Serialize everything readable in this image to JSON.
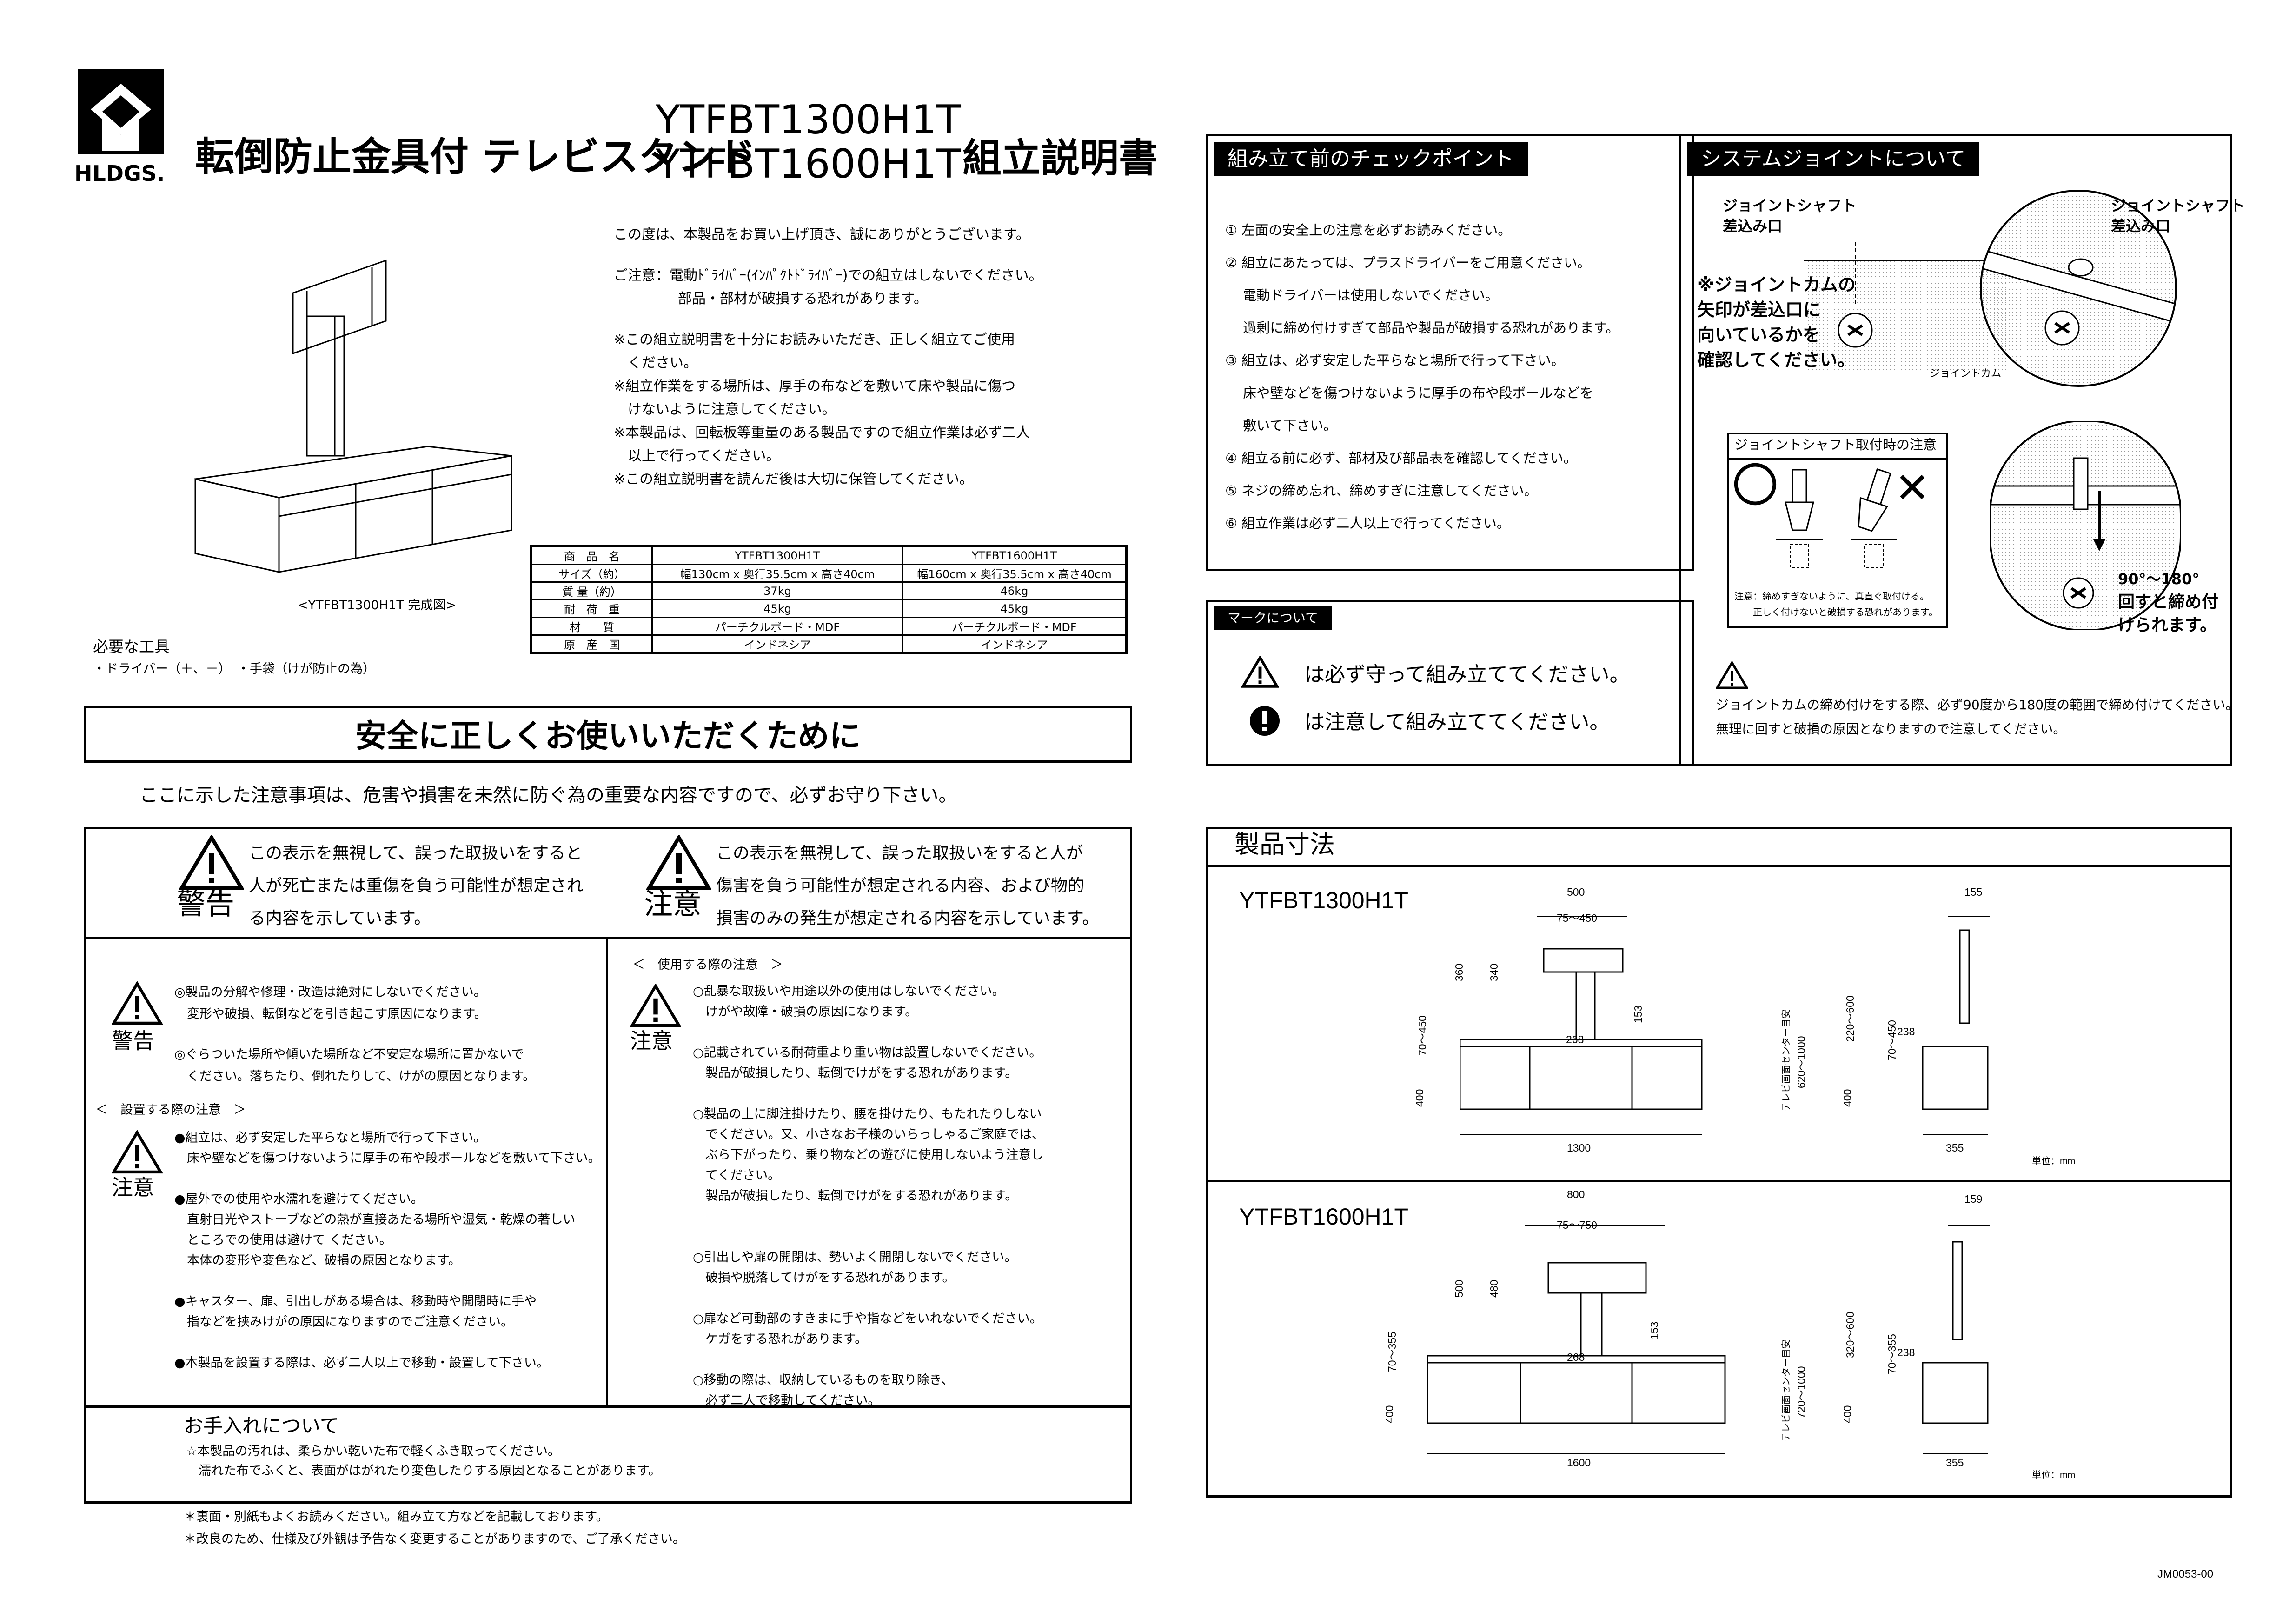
{
  "header": {
    "logo_text": "HLDGS.",
    "title_prefix": "転倒防止金具付 テレビスタンド",
    "model1": "YTFBT1300H1T",
    "model2": "YTFBT1600H1T",
    "title_suffix": "組立説明書"
  },
  "intro": [
    "この度は、本製品をお買い上げ頂き、誠にありがとうございます。",
    "ご注意：電動ﾄﾞﾗｲﾊﾞｰ(ｲﾝﾊﾟｸﾄﾄﾞﾗｲﾊﾞｰ)での組立はしないでください。",
    "部品・部材が破損する恐れがあります。",
    "※この組立説明書を十分にお読みいただき、正しく組立てご使用",
    "ください。",
    "※組立作業をする場所は、厚手の布などを敷いて床や製品に傷つ",
    "けないように注意してください。",
    "※本製品は、回転板等重量のある製品ですので組立作業は必ず二人",
    "以上で行ってください。",
    "※この組立説明書を読んだ後は大切に保管してください。"
  ],
  "product_caption": "<YTFBT1300H1T 完成図>",
  "tools": {
    "heading": "必要な工具",
    "items": "・ドライバー（＋、－）　・手袋（けが防止の為）"
  },
  "spec_table": {
    "rows": [
      [
        "商　品　名",
        "YTFBT1300H1T",
        "YTFBT1600H1T"
      ],
      [
        "サイズ（約）",
        "幅130cm x 奥行35.5cm x 高さ40cm",
        "幅160cm x 奥行35.5cm x 高さ40cm"
      ],
      [
        "質 量（約）",
        "37kg",
        "46kg"
      ],
      [
        "耐　荷　重",
        "45kg",
        "45kg"
      ],
      [
        "材　　質",
        "パーチクルボード・MDF",
        "パーチクルボード・MDF"
      ],
      [
        "原　産　国",
        "インドネシア",
        "インドネシア"
      ]
    ]
  },
  "safety": {
    "title": "安全に正しくお使いいただくために",
    "subtitle": "ここに示した注意事項は、危害や損害を未然に防ぐ為の重要な内容ですので、必ずお守り下さい。",
    "warning_label": "警告",
    "warning_text": [
      "この表示を無視して、誤った取扱いをすると",
      "人が死亡または重傷を負う可能性が想定され",
      "る内容を示しています。"
    ],
    "caution_label": "注意",
    "caution_text": [
      "この表示を無視して、誤った取扱いをすると人が",
      "傷害を負う可能性が想定される内容、および物的",
      "損害のみの発生が想定される内容を示しています。"
    ],
    "left_warning_label": "警告",
    "left_warning_items": [
      "◎製品の分解や修理・改造は絶対にしないでください。",
      "　変形や破損、転倒などを引き起こす原因になります。",
      "◎ぐらついた場所や傾いた場所など不安定な場所に置かないで",
      "　ください。落ちたり、倒れたりして、けがの原因となります。"
    ],
    "install_heading": "＜　設置する際の注意　＞",
    "left_caution_label": "注意",
    "left_caution_items": [
      "●組立は、必ず安定した平らなと場所で行って下さい。",
      "　床や壁などを傷つけないように厚手の布や段ボールなどを敷いて下さい。",
      "",
      "●屋外での使用や水濡れを避けてください。",
      "　直射日光やストーブなどの熱が直接あたる場所や湿気・乾燥の著しい",
      "　ところでの使用は避けて ください。",
      "　本体の変形や変色など、破損の原因となります。",
      "",
      "●キャスター、扉、引出しがある場合は、移動時や開閉時に手や",
      "　指などを挟みけがの原因になりますのでご注意ください。",
      "",
      "●本製品を設置する際は、必ず二人以上で移動・設置して下さい。"
    ],
    "use_heading": "＜　使用する際の注意　＞",
    "right_caution_label": "注意",
    "right_items": [
      "○乱暴な取扱いや用途以外の使用はしないでください。",
      "　けがや故障・破損の原因になります。",
      "",
      "○記載されている耐荷重より重い物は設置しないでください。",
      "　製品が破損したり、転倒でけがをする恐れがあります。",
      "",
      "○製品の上に脚注掛けたり、腰を掛けたり、もたれたりしない",
      "　でください。又、小さなお子様のいらっしゃるご家庭では、",
      "　ぶら下がったり、乗り物などの遊びに使用しないよう注意し",
      "　てください。",
      "　製品が破損したり、転倒でけがをする恐れがあります。",
      "",
      "",
      "○引出しや扉の開閉は、勢いよく開閉しないでください。",
      "　破損や脱落してけがをする恐れがあります。",
      "",
      "○扉など可動部のすきまに手や指などをいれないでください。",
      "　ケガをする恐れがあります。",
      "",
      "○移動の際は、収納しているものを取り除き、",
      "　必ず二人で移動してください。"
    ],
    "care_heading": "お手入れについて",
    "care_items": [
      "☆本製品の汚れは、柔らかい乾いた布で軽くふき取ってください。",
      "　濡れた布でふくと、表面がはがれたり変色したりする原因となることがあります。"
    ]
  },
  "footnotes": [
    "＊裏面・別紙もよくお読みください。組み立て方などを記載しております。",
    "＊改良のため、仕様及び外観は予告なく変更することがありますので、ご了承ください。"
  ],
  "checkpoints": {
    "title": "組み立て前のチェックポイント",
    "items": [
      "① 左面の安全上の注意を必ずお読みください。",
      "② 組立にあたっては、プラスドライバーをご用意ください。",
      "　 電動ドライバーは使用しないでください。",
      "　 過剰に締め付けすぎて部品や製品が破損する恐れがあります。",
      "③ 組立は、必ず安定した平らなと場所で行って下さい。",
      "　 床や壁などを傷つけないように厚手の布や段ボールなどを",
      "　 敷いて下さい。",
      "④ 組立る前に必ず、部材及び部品表を確認してください。",
      "⑤ ネジの締め忘れ、締めすぎに注意してください。",
      "⑥ 組立作業は必ず二人以上で行ってください。"
    ]
  },
  "marks": {
    "title": "マークについて",
    "line1": "は必ず守って組み立ててください。",
    "line2": "は注意して組み立ててください。"
  },
  "joint": {
    "title": "システムジョイントについて",
    "label_shaft_hole": [
      "ジョイントシャフト",
      "差込み口"
    ],
    "label_shaft_hole2": [
      "ジョイントシャフト",
      "差込み口"
    ],
    "label_cam_note": [
      "※ジョイントカムの",
      "矢印が差込口に",
      "向いているかを",
      "確認してください。"
    ],
    "label_cam": "ジョイントカム",
    "shaft_note_title": "ジョイントシャフト取付時の注意",
    "ok_mark": "〇",
    "ng_mark": "✕",
    "shaft_note": [
      "注意：締めすぎないように、真直ぐ取付ける。",
      "　　正しく付けないと破損する恐れがあります。"
    ],
    "angle": "90°～180°",
    "angle_text": [
      "回すと締め付",
      "けられます。"
    ],
    "bottom_note": [
      "ジョイントカムの締め付けをする際、必ず90度から180度の範囲で締め付けてください。",
      "無理に回すと破損の原因となりますので注意してください。"
    ]
  },
  "dimensions": {
    "title": "製品寸法",
    "unit": "単位：mm",
    "m1": {
      "name": "YTFBT1300H1T",
      "top_width": "500",
      "vesa": "75～450",
      "h1": "360",
      "h2": "340",
      "range": "70～450",
      "h_post": "153",
      "post": "268",
      "cab_h": "400",
      "width": "1300",
      "depth_top": "155",
      "center": [
        "テレビ画面センター目安",
        "620～1000"
      ],
      "range2": "220～600",
      "range3": "70～450",
      "d238": "238",
      "side_h": "400",
      "depth": "355"
    },
    "m2": {
      "name": "YTFBT1600H1T",
      "top_width": "800",
      "vesa": "75～750",
      "h1": "500",
      "h2": "480",
      "range": "70～355",
      "h_post": "153",
      "post": "268",
      "cab_h": "400",
      "width": "1600",
      "depth_top": "159",
      "center": [
        "テレビ画面センター目安",
        "720～1000"
      ],
      "range2": "320～600",
      "range3": "70～355",
      "d238": "238",
      "side_h": "400",
      "depth": "355"
    }
  },
  "doc_code": "JM0053-00"
}
